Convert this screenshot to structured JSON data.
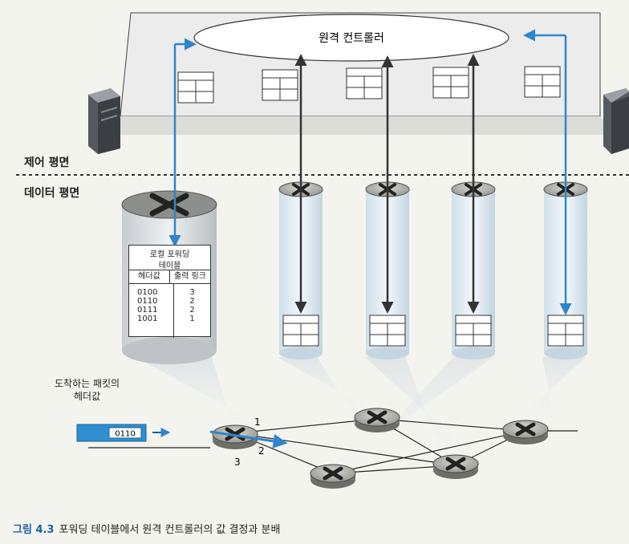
{
  "controller": {
    "label": "원격 컨트롤러"
  },
  "planes": {
    "control": "제어 평면",
    "data": "데이터 평면"
  },
  "local_table": {
    "title_line1": "로컬 포워딩",
    "title_line2": "테이블",
    "col_header": "헤더값",
    "col_output": "출력 링크",
    "rows": [
      {
        "header": "0100",
        "output": "3"
      },
      {
        "header": "0110",
        "output": "2"
      },
      {
        "header": "0111",
        "output": "2"
      },
      {
        "header": "1001",
        "output": "1"
      }
    ]
  },
  "packet": {
    "caption_line1": "도착하는 패킷의",
    "caption_line2": "헤더값",
    "value": "0110"
  },
  "links": {
    "l1": "1",
    "l2": "2",
    "l3": "3"
  },
  "caption": {
    "number": "그림 4.3",
    "text": "포워딩 테이블에서 원격 컨트롤러의 값 결정과 분배"
  },
  "colors": {
    "blue_arrow": "#2f86c9",
    "dark_arrow": "#333333",
    "packet_blue": "#2f8fd0"
  }
}
